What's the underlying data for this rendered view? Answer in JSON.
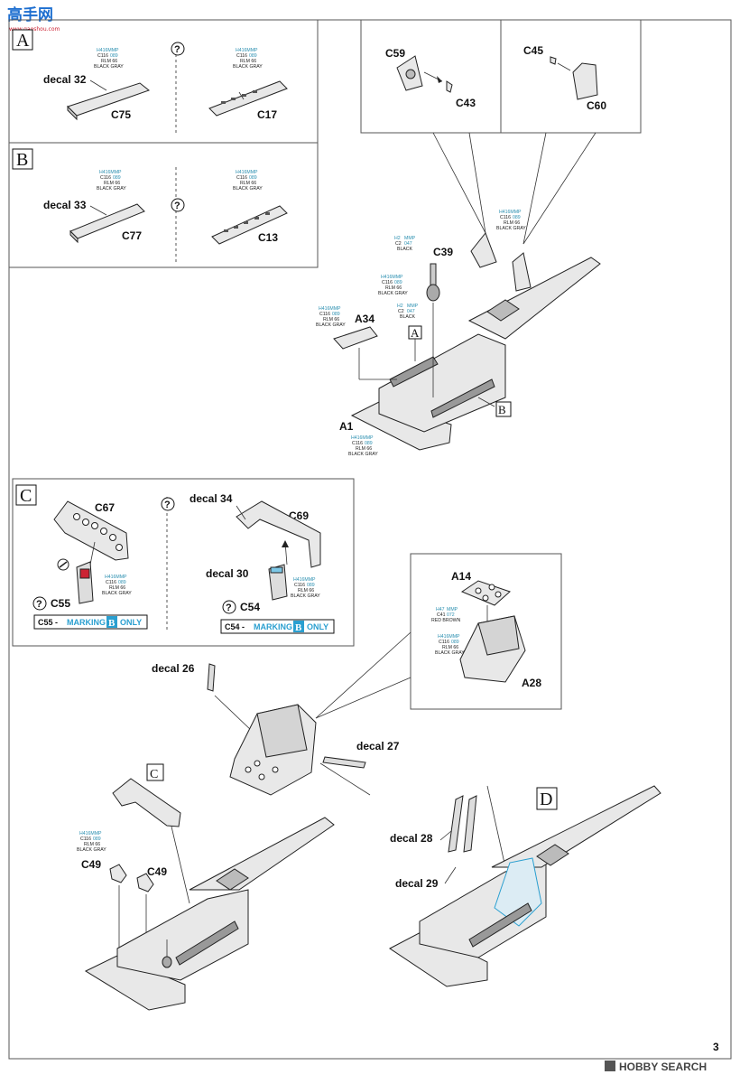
{
  "header": {
    "watermark": "高手网",
    "watermark_sub": "www.gaoshou.com"
  },
  "steps": {
    "A": "A",
    "B": "B",
    "C": "C",
    "D": "D"
  },
  "colors": {
    "accent_cyan": "#2a9fd0",
    "code_teal": "#2a8fb0",
    "line": "#555555",
    "highlight_red": "#cc2233"
  },
  "callouts": {
    "a_c75": {
      "l1": "H416MMP",
      "l2a": "C116",
      "l2b": "089",
      "l3": "RLM 66",
      "l4": "BLACK GRAY"
    },
    "a_c17": {
      "l1": "H416MMP",
      "l2a": "C116",
      "l2b": "089",
      "l3": "RLM 66",
      "l4": "BLACK GRAY"
    },
    "b_c77": {
      "l1": "H416MMP",
      "l2a": "C116",
      "l2b": "089",
      "l3": "RLM 66",
      "l4": "BLACK GRAY"
    },
    "b_c13": {
      "l1": "H416MMP",
      "l2a": "C116",
      "l2b": "089",
      "l3": "RLM 66",
      "l4": "BLACK GRAY"
    },
    "c60": {
      "l1": "H416MMP",
      "l2a": "C116",
      "l2b": "089",
      "l3": "RLM 66",
      "l4": "BLACK GRAY"
    },
    "c39": {
      "l1": "H2",
      "l1b": "MMP",
      "l2a": "C2",
      "l2b": "047",
      "l3": "BLACK"
    },
    "c39b": {
      "l1": "H416MMP",
      "l2a": "C116",
      "l2b": "089",
      "l3": "RLM 66",
      "l4": "BLACK GRAY"
    },
    "c39c": {
      "l1": "H2",
      "l1b": "MMP",
      "l2a": "C2",
      "l2b": "047",
      "l3": "BLACK"
    },
    "a34": {
      "l1": "H416MMP",
      "l2a": "C116",
      "l2b": "089",
      "l3": "RLM 66",
      "l4": "BLACK GRAY"
    },
    "a1": {
      "l1": "H416MMP",
      "l2a": "C116",
      "l2b": "089",
      "l3": "RLM 66",
      "l4": "BLACK GRAY"
    },
    "c55": {
      "l1": "H416MMP",
      "l2a": "C116",
      "l2b": "089",
      "l3": "RLM 66",
      "l4": "BLACK GRAY"
    },
    "c54": {
      "l1": "H416MMP",
      "l2a": "C116",
      "l2b": "089",
      "l3": "RLM 66",
      "l4": "BLACK GRAY"
    },
    "a14": {
      "l1": "H47",
      "l1b": "MMP",
      "l2a": "C41",
      "l2b": "072",
      "l3": "RED BROWN"
    },
    "a28": {
      "l1": "H416MMP",
      "l2a": "C116",
      "l2b": "089",
      "l3": "RLM 66",
      "l4": "BLACK GRAY"
    },
    "c49": {
      "l1": "H416MMP",
      "l2a": "C116",
      "l2b": "089",
      "l3": "RLM 66",
      "l4": "BLACK GRAY"
    }
  },
  "labels": {
    "decal32": "decal 32",
    "c75": "C75",
    "c17": "C17",
    "decal33": "decal 33",
    "c77": "C77",
    "c13": "C13",
    "c59": "C59",
    "c43": "C43",
    "c45": "C45",
    "c60": "C60",
    "c39": "C39",
    "a34": "A34",
    "a1": "A1",
    "c67": "C67",
    "c55": "C55",
    "decal34": "decal 34",
    "c69": "C69",
    "decal30": "decal 30",
    "c54": "C54",
    "a14": "A14",
    "a28": "A28",
    "decal26": "decal 26",
    "decal27": "decal 27",
    "c49a": "C49",
    "c49b": "C49",
    "decal28": "decal 28",
    "decal29": "decal 29",
    "q": "?"
  },
  "marking": {
    "c55_pre": "C55 - ",
    "c55_word": "MARKING",
    "c55_letter": "B",
    "c55_post": "ONLY",
    "c54_pre": "C54 - ",
    "c54_word": "MARKING",
    "c54_letter": "B",
    "c54_post": "ONLY"
  },
  "footer": {
    "page_number": "3",
    "brand": "HOBBY SEARCH"
  }
}
